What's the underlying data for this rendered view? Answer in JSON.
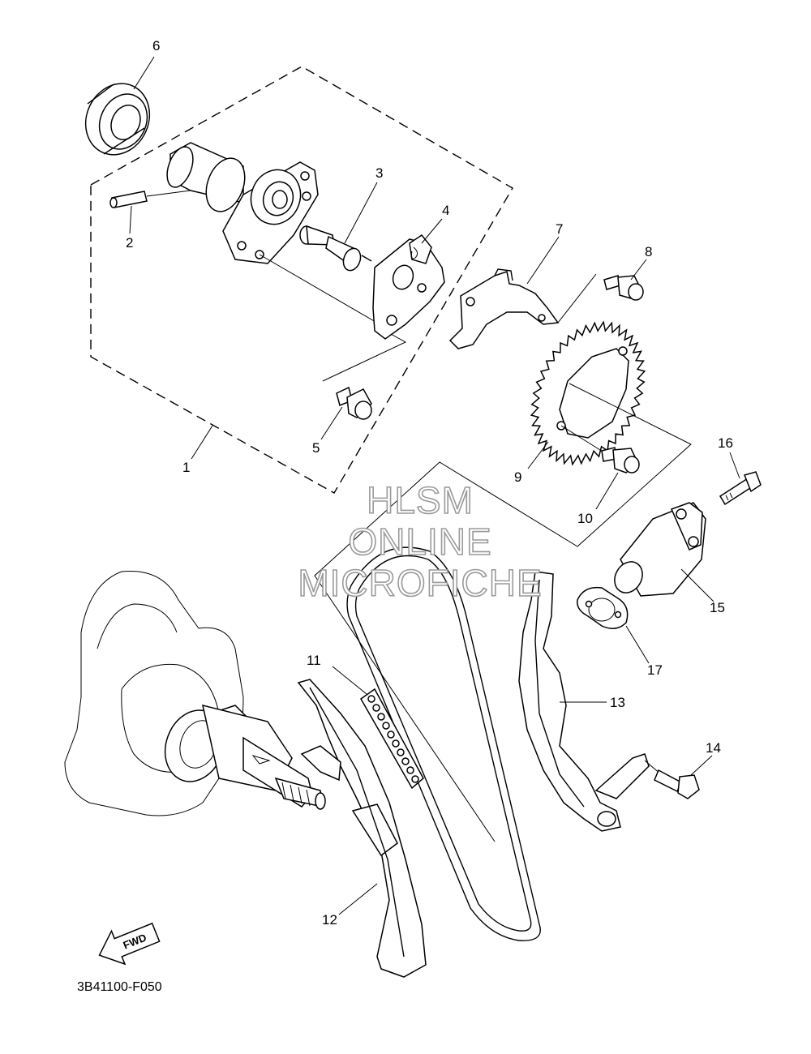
{
  "diagram": {
    "reference_code": "3B41100-F050",
    "direction_badge": "FWD",
    "watermark": [
      "HLSM",
      "ONLINE",
      "MICROFICHE"
    ],
    "part_labels": [
      "1",
      "2",
      "3",
      "4",
      "5",
      "6",
      "7",
      "8",
      "9",
      "10",
      "11",
      "12",
      "13",
      "14",
      "15",
      "16",
      "17"
    ]
  }
}
